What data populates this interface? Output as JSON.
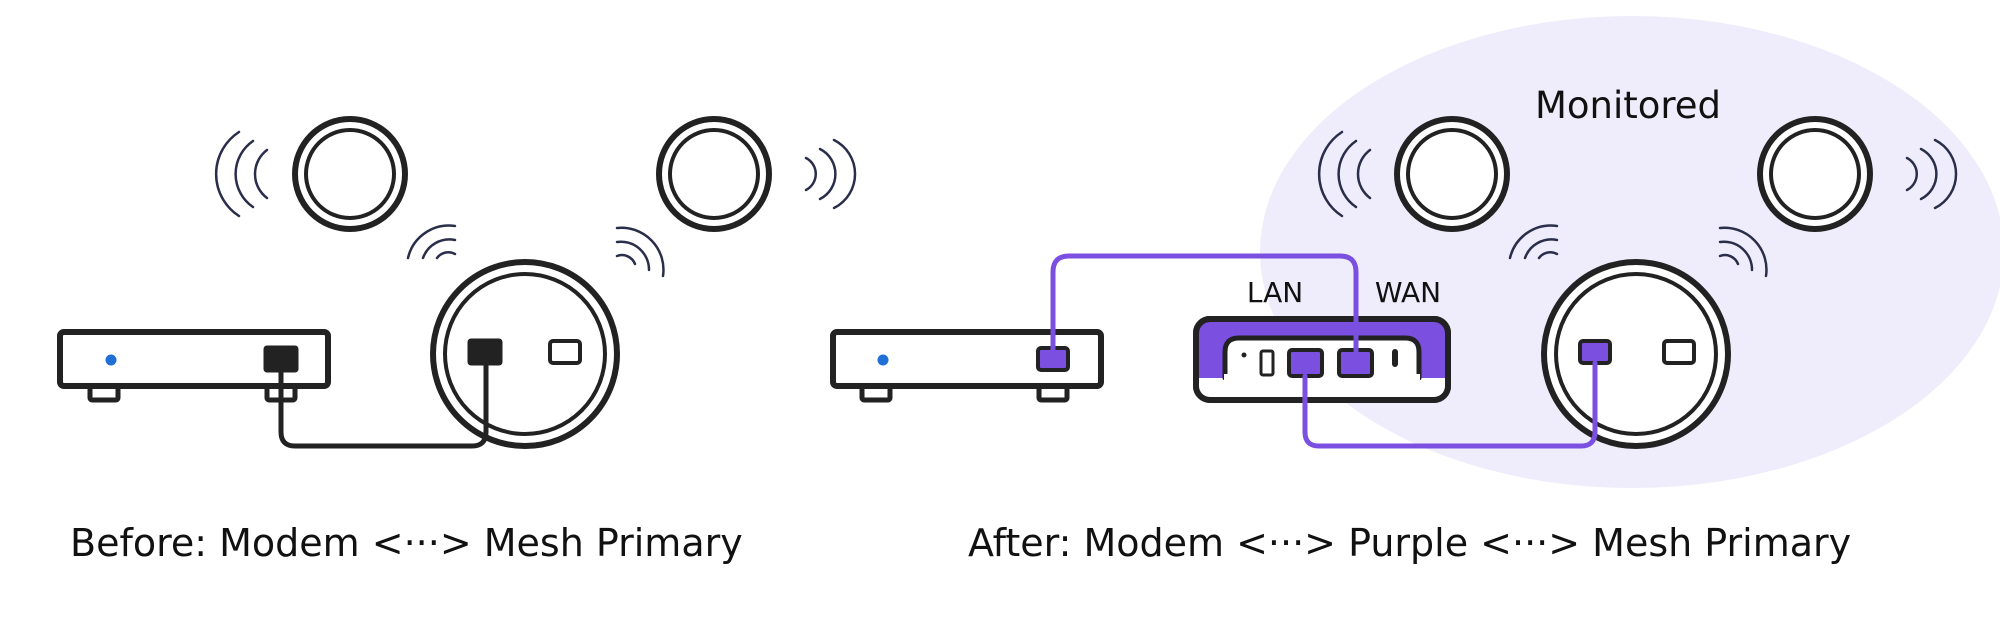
{
  "before": {
    "caption": "Before: Modem <···> Mesh Primary"
  },
  "after": {
    "caption": "After: Modem <···> Purple <···> Mesh Primary",
    "monitored_label": "Monitored",
    "lan_label": "LAN",
    "wan_label": "WAN"
  },
  "colors": {
    "stroke": "#222222",
    "purple": "#7b4fe0",
    "monitored_zone": "#efedfb",
    "modem_led": "#1f6fd6",
    "wifi": "#2a2e4a"
  }
}
